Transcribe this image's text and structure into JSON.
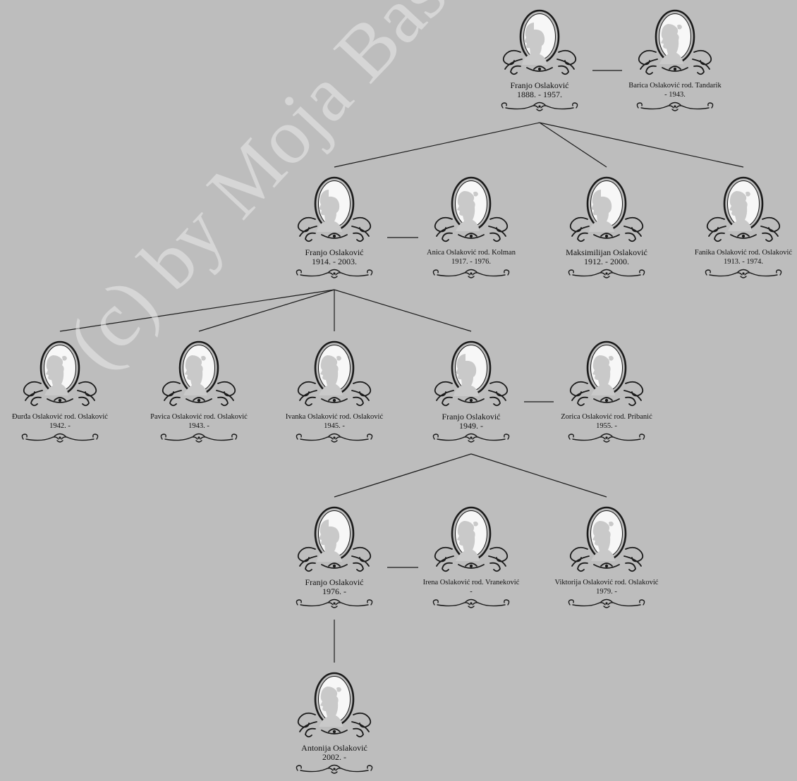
{
  "watermark": "(c) by Moja Baština",
  "people": [
    {
      "id": "p1",
      "name": "Franjo Oslaković",
      "dates": "1888. - 1957.",
      "gender": "male"
    },
    {
      "id": "p2",
      "name": "Barica Oslaković rod. Tandarik",
      "dates": "- 1943.",
      "gender": "female"
    },
    {
      "id": "p3",
      "name": "Franjo Oslaković",
      "dates": "1914. - 2003.",
      "gender": "male"
    },
    {
      "id": "p4",
      "name": "Anica Oslaković rod. Kolman",
      "dates": "1917. - 1976.",
      "gender": "female"
    },
    {
      "id": "p5",
      "name": "Maksimilijan Oslaković",
      "dates": "1912. - 2000.",
      "gender": "male"
    },
    {
      "id": "p6",
      "name": "Fanika Oslaković rod. Oslaković",
      "dates": "1913. - 1974.",
      "gender": "female"
    },
    {
      "id": "p7",
      "name": "Đurđa Oslaković rod. Oslaković",
      "dates": "1942. -",
      "gender": "female"
    },
    {
      "id": "p8",
      "name": "Pavica Oslaković rod. Oslaković",
      "dates": "1943. -",
      "gender": "female"
    },
    {
      "id": "p9",
      "name": "Ivanka Oslaković rod. Oslaković",
      "dates": "1945. -",
      "gender": "female"
    },
    {
      "id": "p10",
      "name": "Franjo Oslaković",
      "dates": "1949. -",
      "gender": "male"
    },
    {
      "id": "p11",
      "name": "Zorica Oslaković rod. Pribanić",
      "dates": "1955. -",
      "gender": "female"
    },
    {
      "id": "p12",
      "name": "Franjo Oslaković",
      "dates": "1976. -",
      "gender": "male"
    },
    {
      "id": "p13",
      "name": "Irena Oslaković rod. Vraneković",
      "dates": "-",
      "gender": "female"
    },
    {
      "id": "p14",
      "name": "Viktorija Oslaković rod. Oslaković",
      "dates": "1979. -",
      "gender": "female"
    },
    {
      "id": "p15",
      "name": "Antonija Oslaković",
      "dates": "2002. -",
      "gender": "female"
    }
  ],
  "couples": [
    [
      "p1",
      "p2"
    ],
    [
      "p3",
      "p4"
    ],
    [
      "p10",
      "p11"
    ],
    [
      "p12",
      "p13"
    ]
  ],
  "children": [
    {
      "parent": "p1",
      "kids": [
        "p3",
        "p5",
        "p6"
      ]
    },
    {
      "parent": "p3",
      "kids": [
        "p7",
        "p8",
        "p9",
        "p10"
      ]
    },
    {
      "parent": "p10",
      "kids": [
        "p12",
        "p14"
      ]
    },
    {
      "parent": "p12",
      "kids": [
        "p15"
      ]
    }
  ],
  "colors": {
    "background": "#bdbdbd",
    "line": "#1a1a1a",
    "silhouette": "#c9c9c9",
    "frame": "#1a1a1a"
  }
}
